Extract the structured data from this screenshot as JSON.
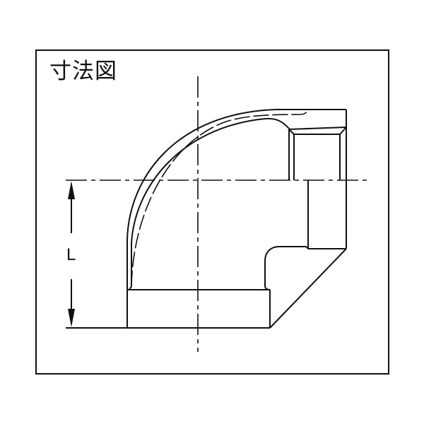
{
  "title": "寸法図",
  "dimension": {
    "label": "L",
    "description": "vertical dimension from horizontal centerline to bottom socket face"
  },
  "drawing": {
    "subject": "90-degree elbow pipe fitting (threaded, female)",
    "line_color": "#111111",
    "background": "#ffffff"
  }
}
